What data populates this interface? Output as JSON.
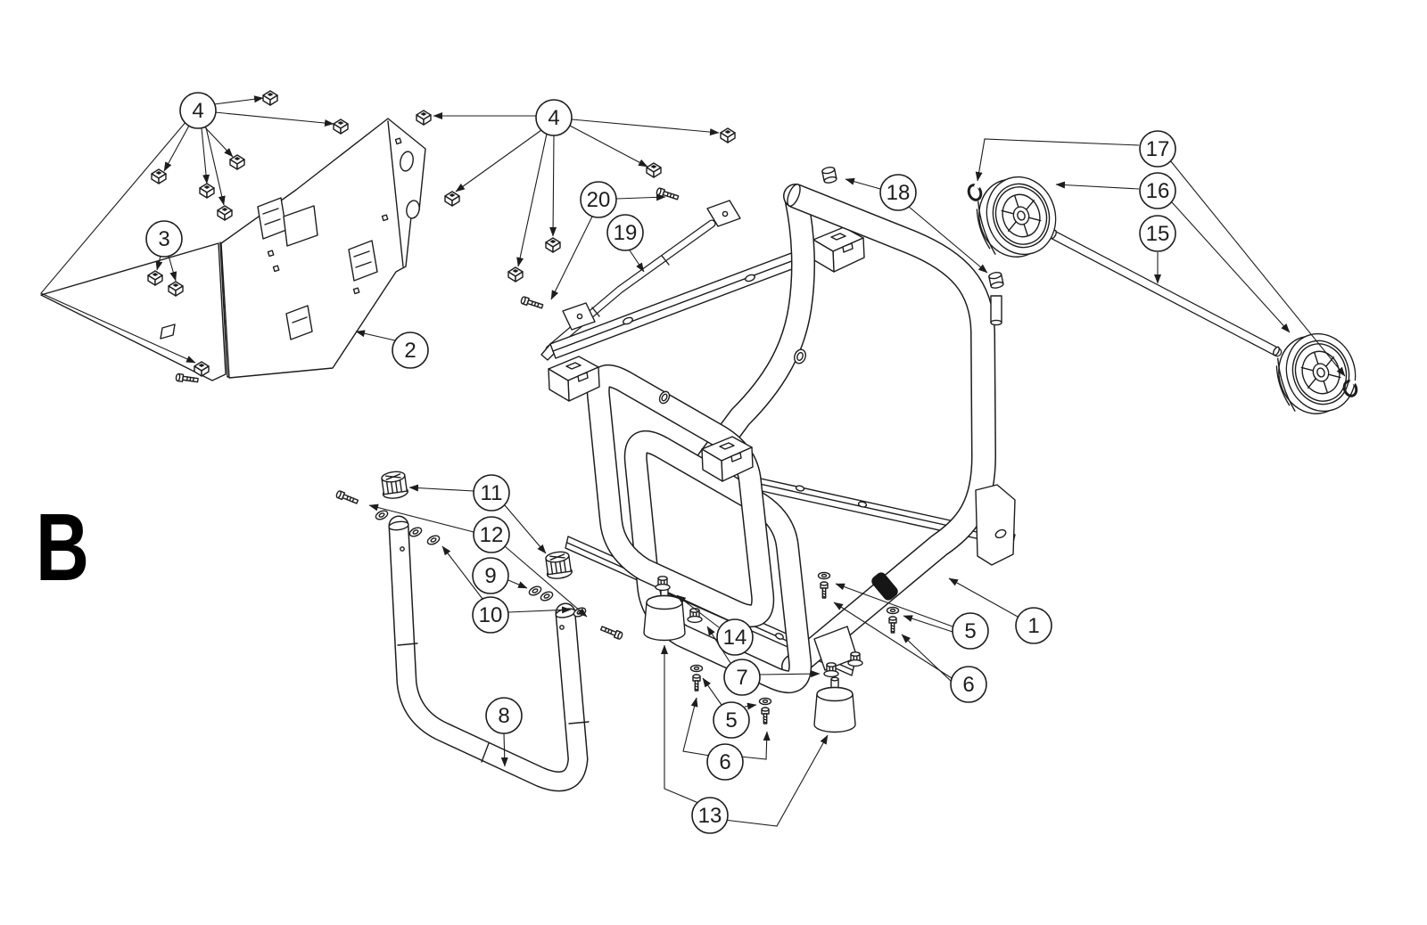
{
  "document": {
    "type": "exploded-parts-diagram",
    "section_label": "B",
    "colors": {
      "background": "#ffffff",
      "line": "#1d1d1d",
      "sleeve_band": "#161616"
    }
  },
  "callouts": [
    {
      "id": "1",
      "label": "1"
    },
    {
      "id": "2",
      "label": "2"
    },
    {
      "id": "3",
      "label": "3"
    },
    {
      "id": "4a",
      "label": "4"
    },
    {
      "id": "4b",
      "label": "4"
    },
    {
      "id": "5-right",
      "label": "5"
    },
    {
      "id": "5-bottom",
      "label": "5"
    },
    {
      "id": "6-right",
      "label": "6"
    },
    {
      "id": "6-bottom",
      "label": "6"
    },
    {
      "id": "7",
      "label": "7"
    },
    {
      "id": "8",
      "label": "8"
    },
    {
      "id": "9",
      "label": "9"
    },
    {
      "id": "10",
      "label": "10"
    },
    {
      "id": "11",
      "label": "11"
    },
    {
      "id": "12",
      "label": "12"
    },
    {
      "id": "13",
      "label": "13"
    },
    {
      "id": "14",
      "label": "14"
    },
    {
      "id": "15",
      "label": "15"
    },
    {
      "id": "16",
      "label": "16"
    },
    {
      "id": "17",
      "label": "17"
    },
    {
      "id": "18",
      "label": "18"
    },
    {
      "id": "19",
      "label": "19"
    },
    {
      "id": "20",
      "label": "20"
    }
  ]
}
